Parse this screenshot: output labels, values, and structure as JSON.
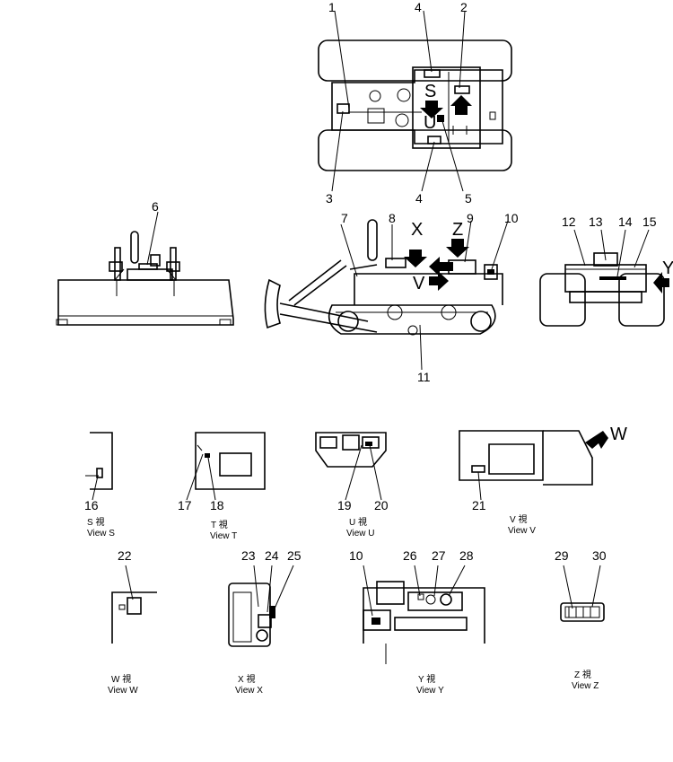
{
  "callouts": [
    "1",
    "2",
    "3",
    "4",
    "4",
    "5",
    "6",
    "7",
    "8",
    "9",
    "10",
    "11",
    "12",
    "13",
    "14",
    "15",
    "16",
    "17",
    "18",
    "19",
    "20",
    "21",
    "22",
    "23",
    "24",
    "25",
    "10",
    "26",
    "27",
    "28",
    "29",
    "30"
  ],
  "view_letters": {
    "s": "S",
    "u": "U",
    "x": "X",
    "z": "Z",
    "v": "V",
    "y": "Y",
    "w": "W"
  },
  "views": [
    {
      "jp": "S 視",
      "en": "View S"
    },
    {
      "jp": "T 視",
      "en": "View T"
    },
    {
      "jp": "U 視",
      "en": "View U"
    },
    {
      "jp": "V 視",
      "en": "View V"
    },
    {
      "jp": "W 視",
      "en": "View W"
    },
    {
      "jp": "X 視",
      "en": "View X"
    },
    {
      "jp": "Y 視",
      "en": "View Y"
    },
    {
      "jp": "Z 視",
      "en": "View Z"
    }
  ]
}
